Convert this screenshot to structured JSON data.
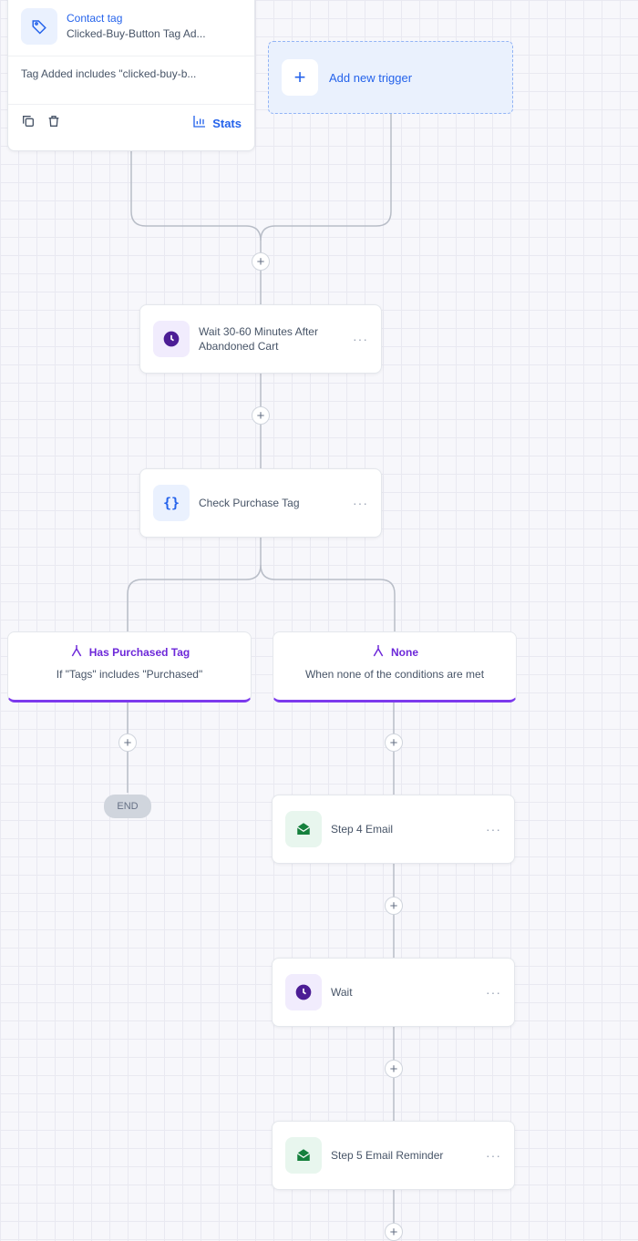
{
  "trigger": {
    "type_label": "Contact tag",
    "name": "Clicked-Buy-Button Tag Ad...",
    "filter": "Tag Added includes \"clicked-buy-b...",
    "stats_label": "Stats"
  },
  "add_trigger": {
    "label": "Add new trigger"
  },
  "steps": {
    "wait1": {
      "label_line1": "Wait 30-60 Minutes After",
      "label_line2": "Abandoned Cart",
      "more": "···"
    },
    "check": {
      "label": "Check Purchase Tag",
      "more": "···"
    },
    "email4": {
      "label": "Step 4 Email",
      "more": "···"
    },
    "wait2": {
      "label": "Wait",
      "more": "···"
    },
    "email5": {
      "label": "Step 5 Email Reminder",
      "more": "···"
    }
  },
  "branches": {
    "left": {
      "title": "Has Purchased Tag",
      "desc": "If \"Tags\" includes \"Purchased\""
    },
    "right": {
      "title": "None",
      "desc": "When none of the conditions are met"
    }
  },
  "end_label": "END",
  "plus_symbol": "+",
  "colors": {
    "accent": "#7c3aed",
    "link": "#2563eb",
    "email": "#16a34a"
  }
}
